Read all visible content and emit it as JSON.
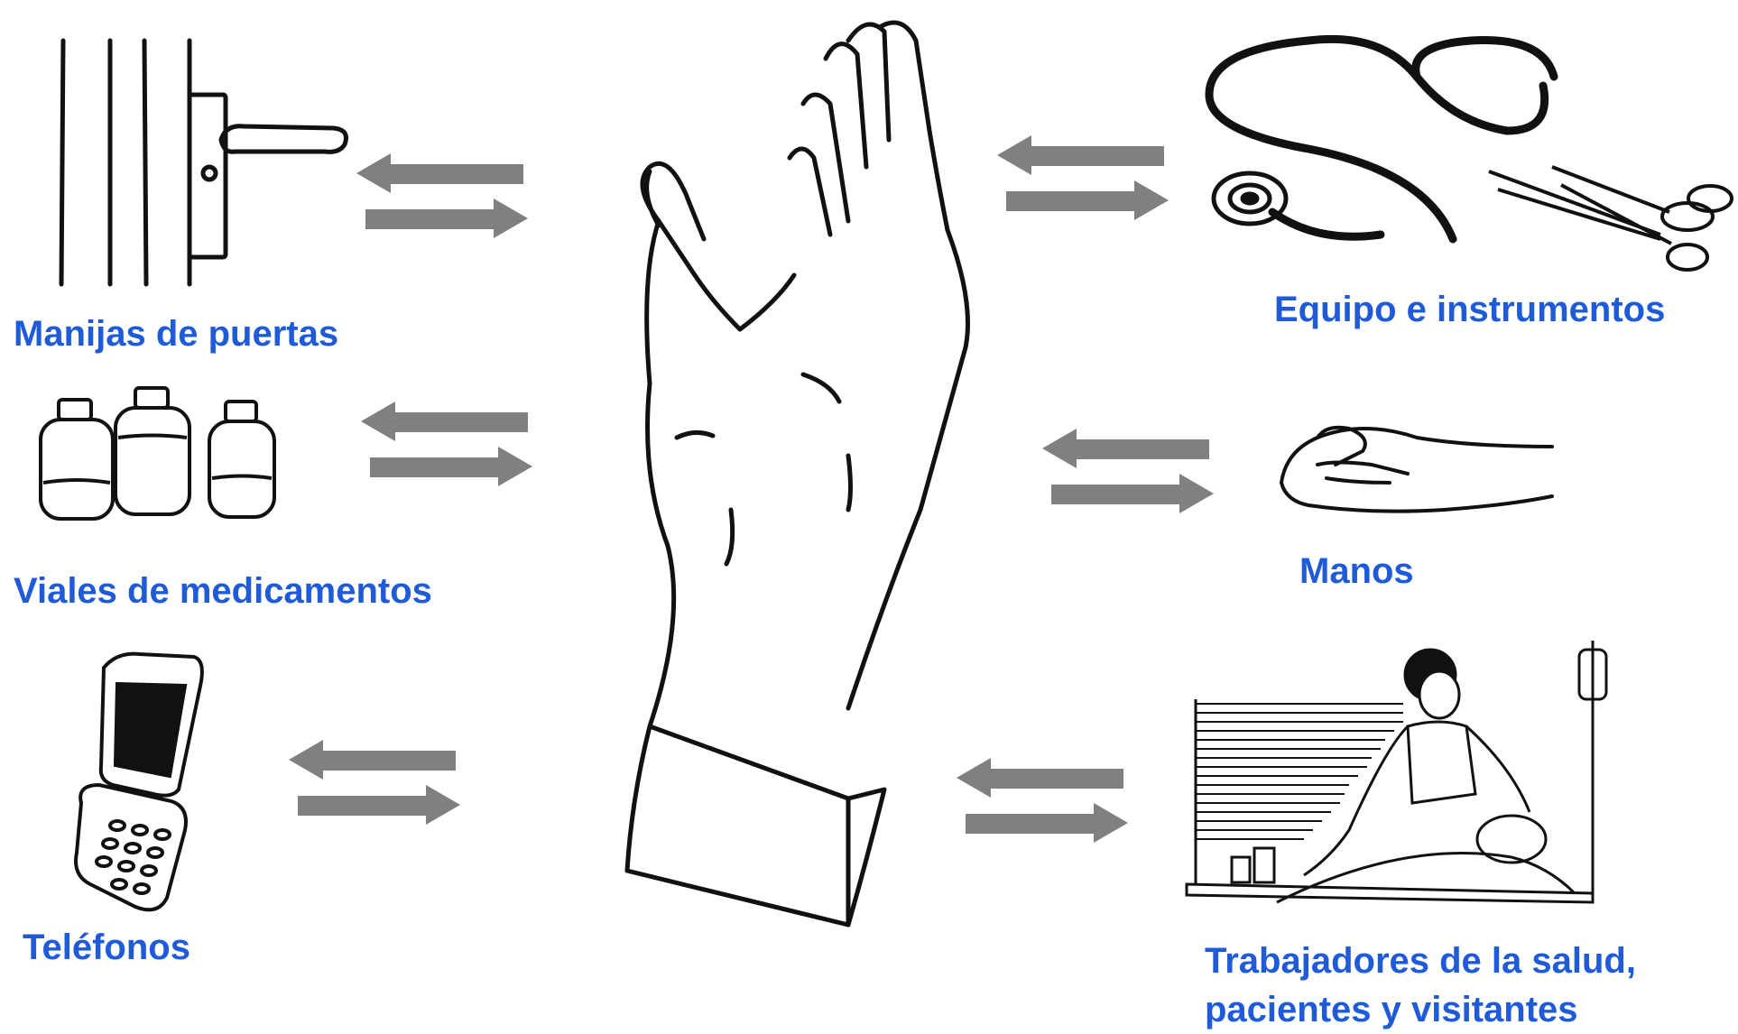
{
  "labels": {
    "door_handles": "Manijas de puertas",
    "vials": "Viales de medicamentos",
    "phones": "Teléfonos",
    "equipment": "Equipo e instrumentos",
    "hands": "Manos",
    "people_line1": "Trabajadores de la salud,",
    "people_line2": "pacientes y visitantes"
  },
  "colors": {
    "label": "#1f5bd9",
    "arrow": "#808080",
    "line_art": "#111111"
  },
  "icons": [
    "door-handle-icon",
    "medicine-vials-icon",
    "flip-phone-icon",
    "central-hand-icon",
    "stethoscope-icon",
    "scissors-icon",
    "hand-icon",
    "nurse-patient-icon"
  ]
}
